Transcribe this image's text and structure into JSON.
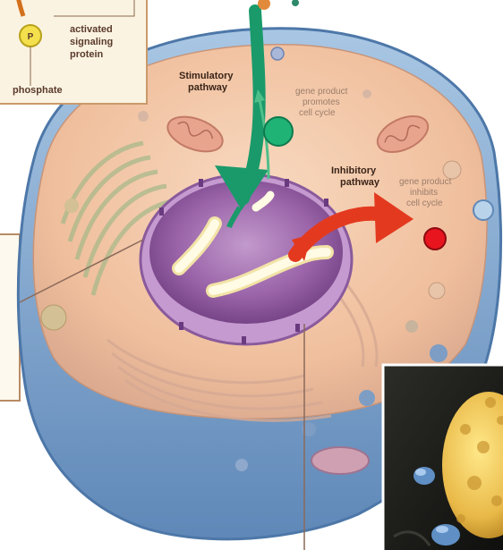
{
  "inset_top_left": {
    "activated_protein_label": [
      "activated",
      "signaling",
      "protein"
    ],
    "phosphate_symbol": "P",
    "phosphate_label": "phosphate"
  },
  "pathways": {
    "stimulatory": {
      "title": [
        "Stimulatory",
        "pathway"
      ],
      "product_label": [
        "gene product",
        "promotes",
        "cell cycle"
      ],
      "color": "#1a9a6a"
    },
    "inhibitory": {
      "title": [
        "Inhibitory",
        "pathway"
      ],
      "product_label": [
        "gene product",
        "inhibits",
        "cell cycle"
      ],
      "color": "#e33a1f"
    }
  },
  "colors": {
    "cytoplasm": "#f3c8a8",
    "nucleus": "#9a63a8",
    "membrane": "#8fb4d8",
    "dna": "#fff6c8"
  }
}
